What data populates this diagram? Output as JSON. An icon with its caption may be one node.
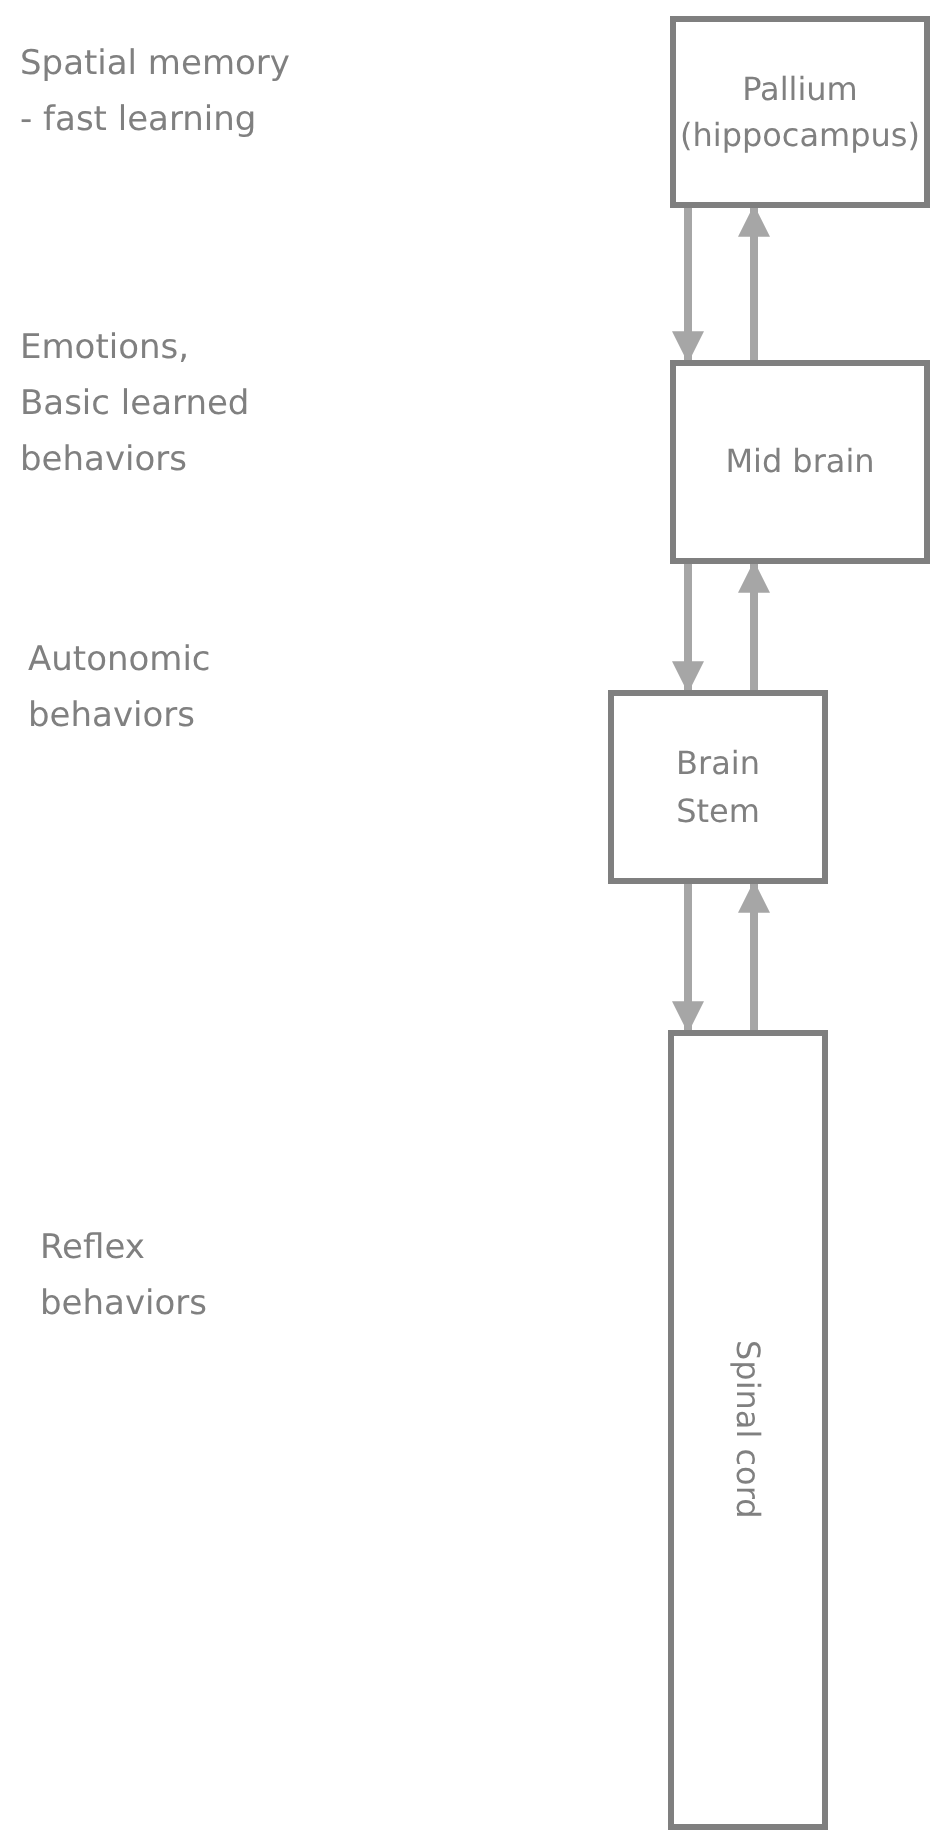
{
  "diagram": {
    "nodes": [
      {
        "text": [
          "Pallium (hippocampus)"
        ]
      },
      {
        "text": [
          "Mid brain"
        ]
      },
      {
        "text": [
          "Brain Stem"
        ]
      },
      {
        "text": [
          "Spinal cord"
        ]
      }
    ],
    "edges": [
      {
        "from": 0,
        "to": 1,
        "arrow": "to"
      },
      {
        "from": 1,
        "to": 0,
        "arrow": "to"
      },
      {
        "from": 1,
        "to": 2,
        "arrow": "to"
      },
      {
        "from": 2,
        "to": 1,
        "arrow": "to"
      },
      {
        "from": 2,
        "to": 3,
        "arrow": "to"
      },
      {
        "from": 3,
        "to": 2,
        "arrow": "to"
      }
    ],
    "labels": [
      "Spatial memory - fast learning",
      "Emotions, Basic learned behaviors",
      "Autonomic behaviors",
      "Reflex behaviors"
    ]
  }
}
